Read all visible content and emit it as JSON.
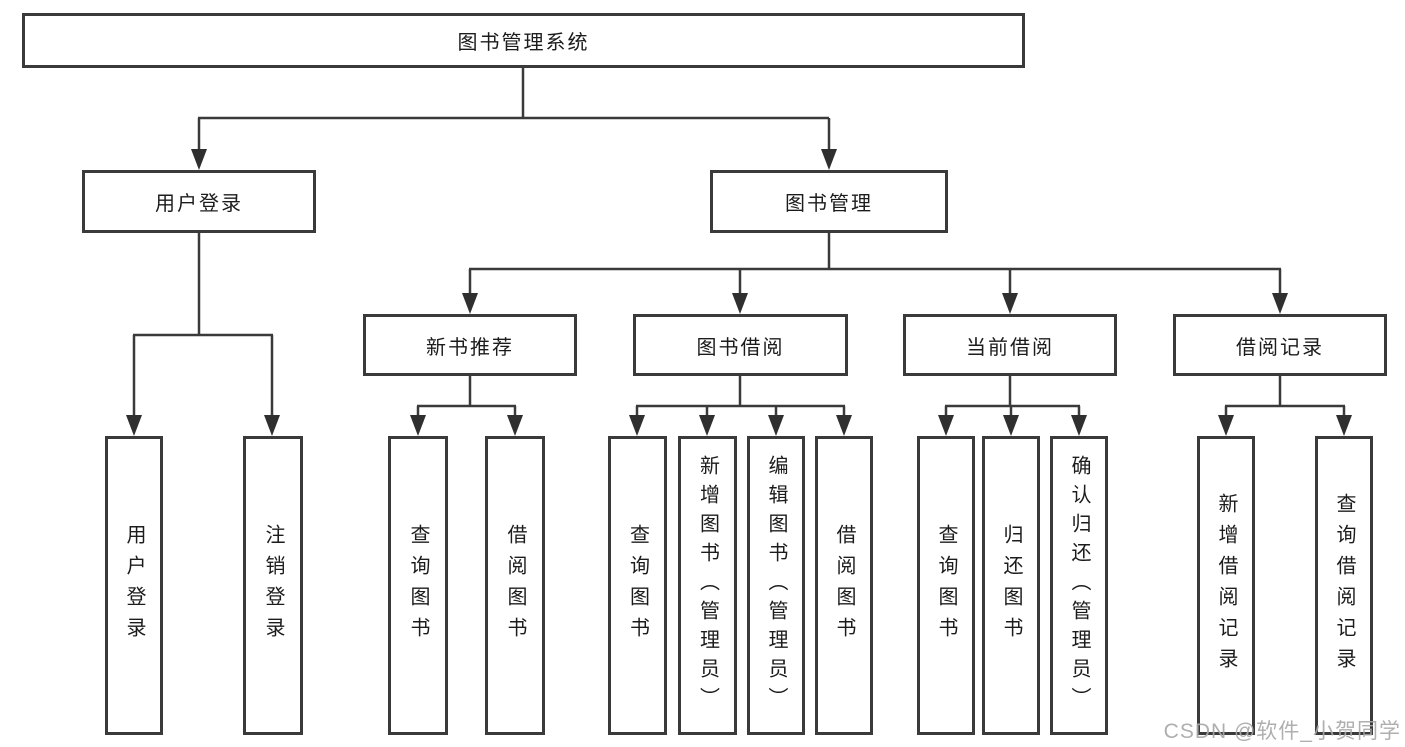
{
  "colors": {
    "line": "#3a3a3a",
    "arrow_fill": "#2f2f2f",
    "box_border": "#3a3a3a",
    "text": "#1c1c1c",
    "watermark": "#a8a8a8",
    "background": "#ffffff"
  },
  "watermark": {
    "text": "CSDN @软件_小贺同学"
  },
  "tree": {
    "root": {
      "label": "图书管理系统"
    },
    "user_login": {
      "label": "用户登录",
      "children": [
        {
          "label": "用户登录"
        },
        {
          "label": "注销登录"
        }
      ]
    },
    "book_management": {
      "label": "图书管理",
      "sections": [
        {
          "label": "新书推荐",
          "children": [
            {
              "label": "查询图书"
            },
            {
              "label": "借阅图书"
            }
          ]
        },
        {
          "label": "图书借阅",
          "children": [
            {
              "label": "查询图书"
            },
            {
              "label": "新增图书（管理员）"
            },
            {
              "label": "编辑图书（管理员）"
            },
            {
              "label": "借阅图书"
            }
          ]
        },
        {
          "label": "当前借阅",
          "children": [
            {
              "label": "查询图书"
            },
            {
              "label": "归还图书"
            },
            {
              "label": "确认归还（管理员）"
            }
          ]
        },
        {
          "label": "借阅记录",
          "children": [
            {
              "label": "新增借阅记录"
            },
            {
              "label": "查询借阅记录"
            }
          ]
        }
      ]
    }
  }
}
